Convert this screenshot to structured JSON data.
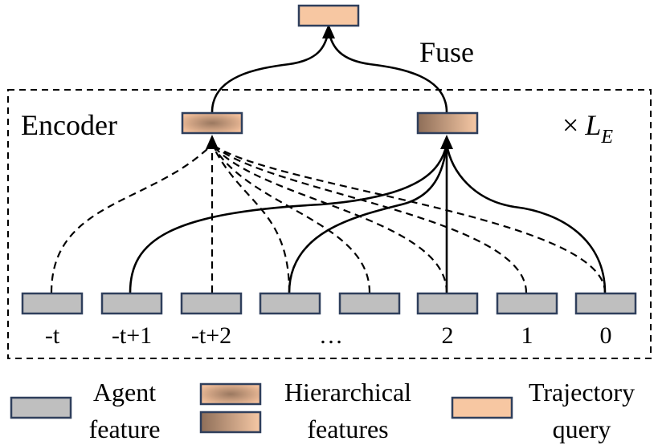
{
  "diagram": {
    "fuse_label": "Fuse",
    "encoder_label": "Encoder",
    "repeat_label": {
      "times": "×",
      "var": "L",
      "sub": "E"
    },
    "agent_tokens": [
      "-t",
      "-t+1",
      "-t+2",
      "…",
      "",
      "2",
      "1",
      "0"
    ]
  },
  "legend": {
    "agent": [
      "Agent",
      "feature"
    ],
    "hierarchical": [
      "Hierarchical",
      "features"
    ],
    "trajectory": [
      "Trajectory",
      "query"
    ]
  },
  "colors": {
    "agent_fill": "#bfbfbf",
    "box_stroke": "#2f3f5c",
    "query_fill": "#f7c7a2",
    "hier_light": "#f3c09c",
    "hier_dark": "#9a7860"
  }
}
